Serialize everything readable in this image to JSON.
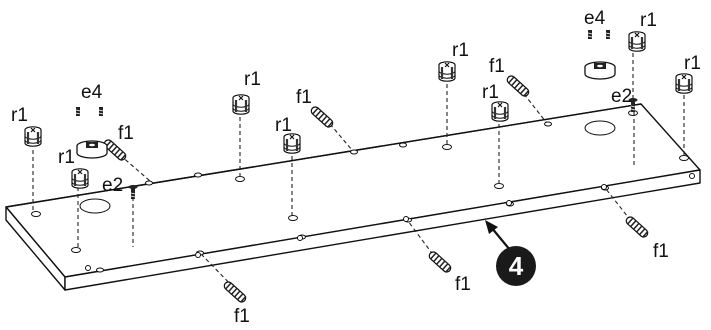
{
  "labels": {
    "r1": "r1",
    "f1": "f1",
    "e2": "e2",
    "e4": "e4"
  },
  "step": "4",
  "colors": {
    "ink": "#111111",
    "paper": "#ffffff",
    "badge": "#1a1a1a"
  }
}
